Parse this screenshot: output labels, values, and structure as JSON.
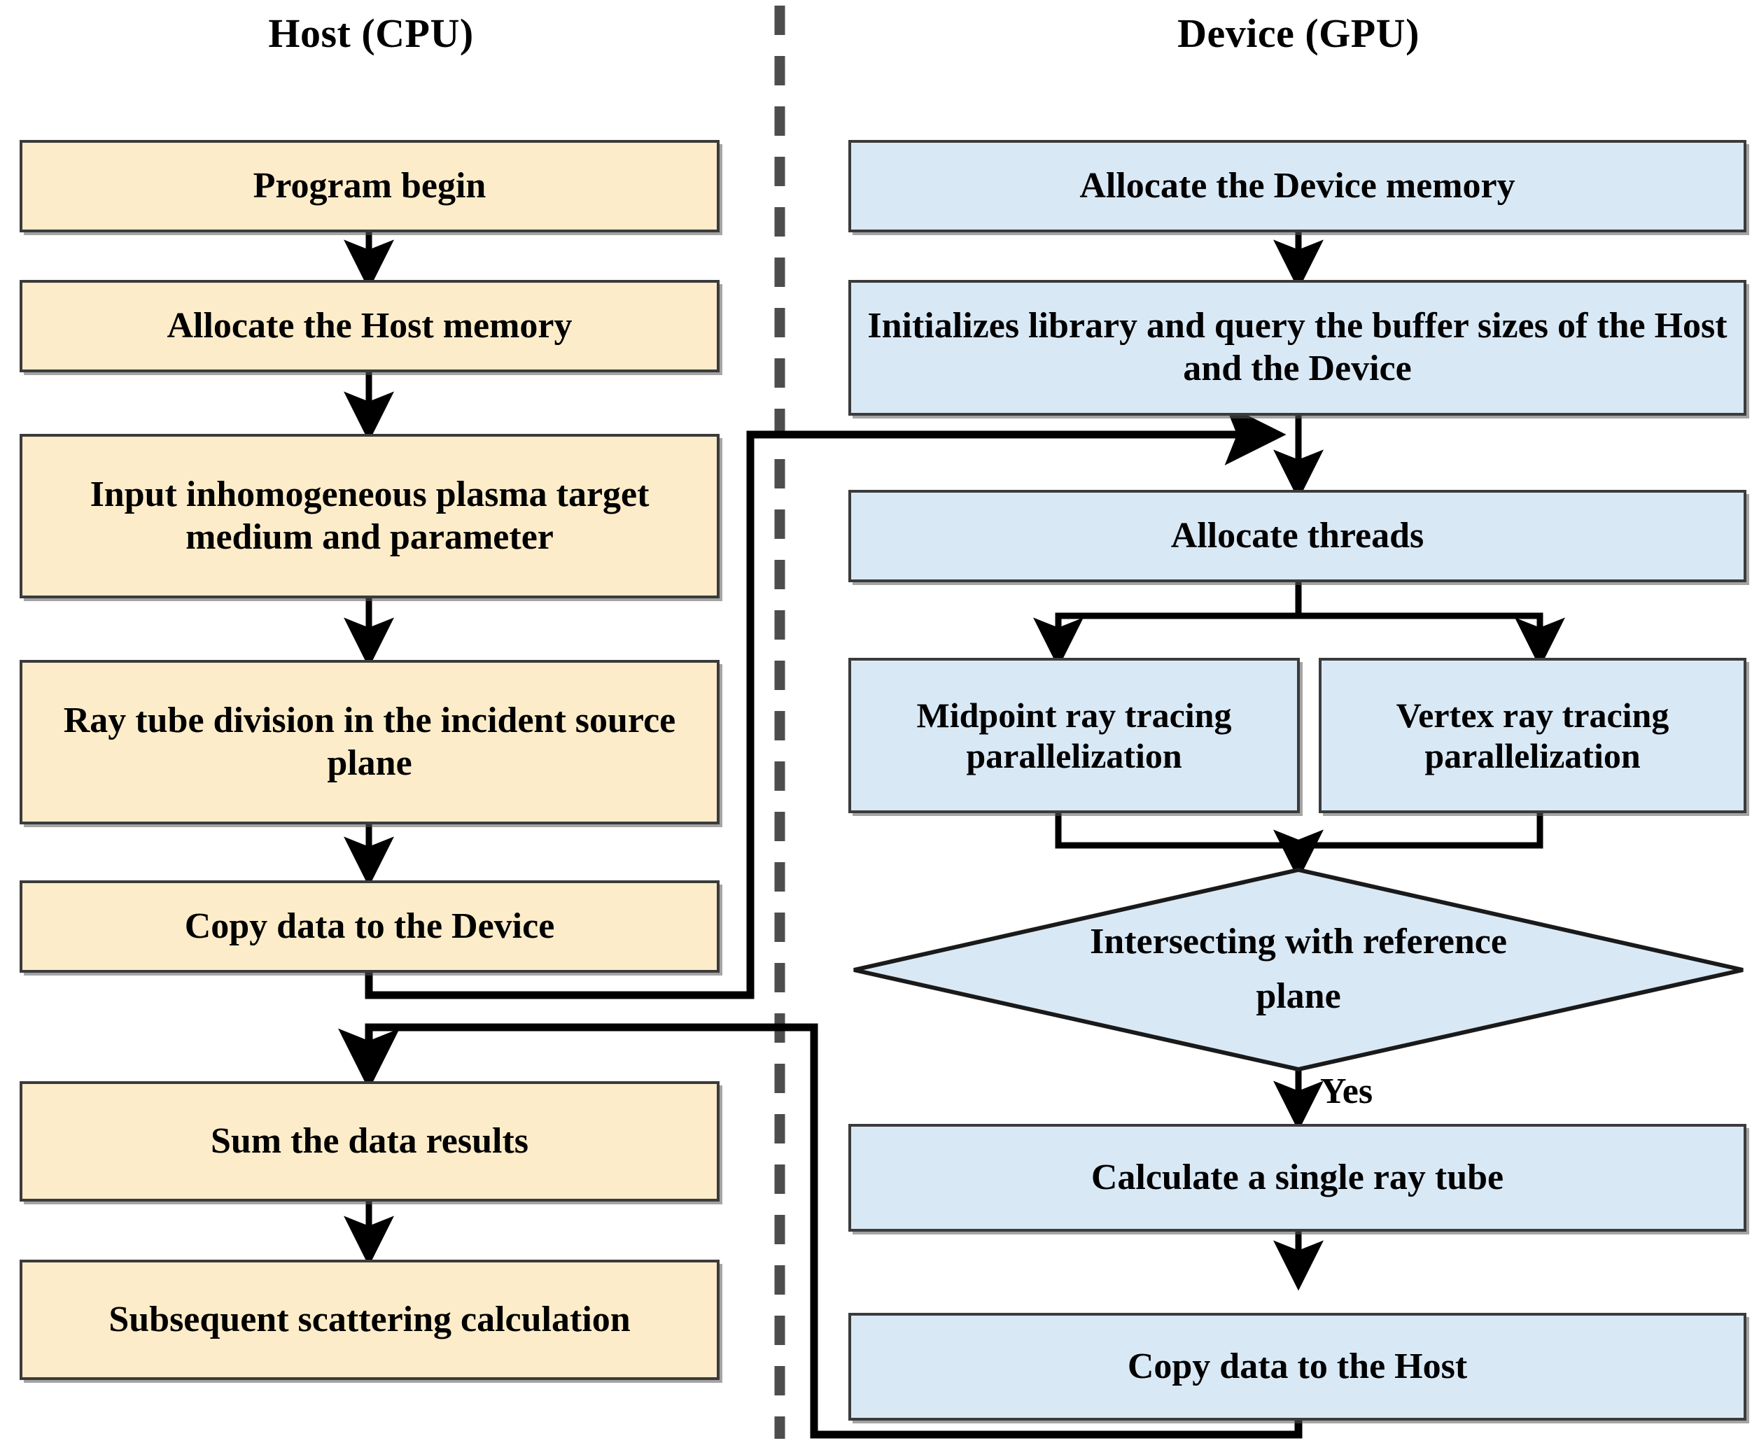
{
  "diagram": {
    "title": "Host (CPU) / Device (GPU) parallel ray tracing flowchart",
    "columns": {
      "host": {
        "header": "Host (CPU)",
        "fill": "#fcecc9",
        "stroke": "#3b3b3b"
      },
      "device": {
        "header": "Device (GPU)",
        "fill": "#d9e8f5",
        "stroke": "#3b3b3b"
      }
    },
    "divider": {
      "name": "vertical-dashed-divider",
      "color": "#4d4d4d"
    },
    "host_nodes": [
      {
        "id": "program-begin",
        "label": "Program begin"
      },
      {
        "id": "allocate-host-memory",
        "label": "Allocate the Host memory"
      },
      {
        "id": "input-plasma-target",
        "label": "Input inhomogeneous plasma target medium and parameter"
      },
      {
        "id": "ray-tube-division",
        "label": "Ray tube division in the incident source plane"
      },
      {
        "id": "copy-data-to-device",
        "label": "Copy data to the Device"
      },
      {
        "id": "sum-data-results",
        "label": "Sum the data results"
      },
      {
        "id": "subsequent-scattering",
        "label": "Subsequent scattering calculation"
      }
    ],
    "device_nodes": [
      {
        "id": "allocate-device-memory",
        "label": "Allocate the Device memory"
      },
      {
        "id": "init-library-query-buffers",
        "label": "Initializes library and query the buffer sizes of the Host and the Device"
      },
      {
        "id": "allocate-threads",
        "label": "Allocate threads"
      },
      {
        "id": "midpoint-ray-tracing",
        "label": "Midpoint  ray tracing parallelization"
      },
      {
        "id": "vertex-ray-tracing",
        "label": "Vertex ray tracing parallelization"
      },
      {
        "id": "intersecting-reference-plane",
        "label": "Intersecting with reference plane",
        "shape": "diamond"
      },
      {
        "id": "calculate-single-ray-tube",
        "label": "Calculate a single ray tube"
      },
      {
        "id": "copy-data-to-host",
        "label": "Copy data to the Host"
      }
    ],
    "edge_labels": [
      {
        "id": "yes-branch",
        "label": "Yes"
      }
    ]
  }
}
